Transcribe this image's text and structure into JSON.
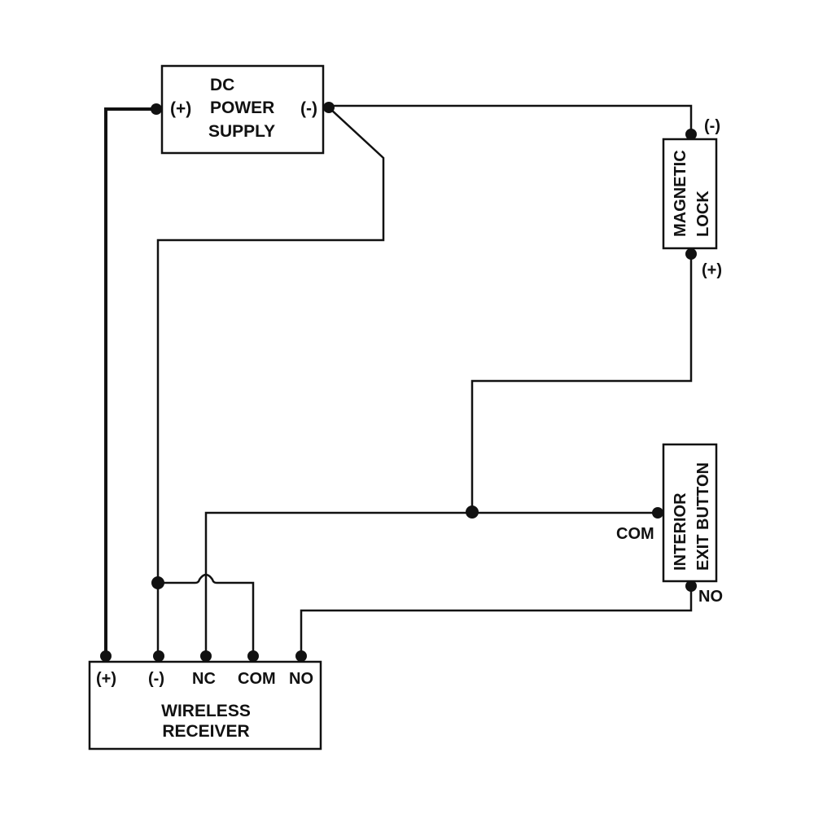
{
  "diagram": {
    "type": "wiring-diagram",
    "colors": {
      "line": "#111111",
      "background": "#ffffff"
    },
    "components": {
      "power_supply": {
        "title_lines": [
          "DC",
          "POWER",
          "SUPPLY"
        ],
        "terminals": {
          "positive": "(+)",
          "negative": "(-)"
        }
      },
      "magnetic_lock": {
        "title_lines": [
          "MAGNETIC",
          "LOCK"
        ],
        "terminals": {
          "negative": "(-)",
          "positive": "(+)"
        }
      },
      "exit_button": {
        "title_lines": [
          "INTERIOR",
          "EXIT BUTTON"
        ],
        "terminals": {
          "com": "COM",
          "no": "NO"
        }
      },
      "wireless_receiver": {
        "title_lines": [
          "WIRELESS",
          "RECEIVER"
        ],
        "terminals": {
          "positive": "(+)",
          "negative": "(-)",
          "nc": "NC",
          "com": "COM",
          "no": "NO"
        }
      }
    },
    "connections": [
      {
        "from": "DC POWER SUPPLY (+)",
        "to": "WIRELESS RECEIVER (+)"
      },
      {
        "from": "DC POWER SUPPLY (-)",
        "to": "MAGNETIC LOCK (-)"
      },
      {
        "from": "DC POWER SUPPLY (-)",
        "to": "WIRELESS RECEIVER (-)"
      },
      {
        "from": "WIRELESS RECEIVER (-)",
        "to": "WIRELESS RECEIVER COM"
      },
      {
        "from": "MAGNETIC LOCK (+)",
        "to": "INTERIOR EXIT BUTTON COM"
      },
      {
        "from": "WIRELESS RECEIVER NC",
        "to": "INTERIOR EXIT BUTTON COM"
      },
      {
        "from": "INTERIOR EXIT BUTTON NO",
        "to": "WIRELESS RECEIVER NO"
      }
    ]
  }
}
